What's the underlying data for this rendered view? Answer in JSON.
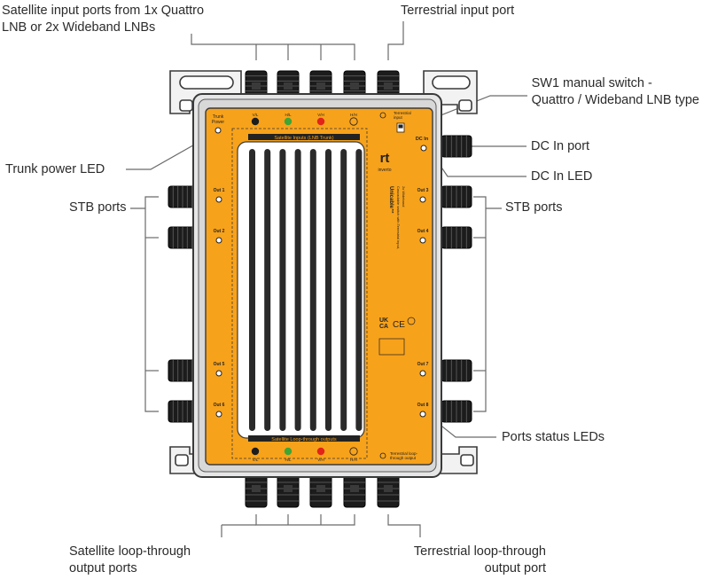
{
  "labels": {
    "satellite_input": [
      "Satellite input ports from 1x Quattro",
      "LNB or 2x Wideband LNBs"
    ],
    "terrestrial_input": "Terrestrial input port",
    "sw1_switch": [
      "SW1 manual switch -",
      "Quattro / Wideband LNB type"
    ],
    "dc_in_port": "DC In port",
    "dc_in_led": "DC In LED",
    "trunk_power_led": "Trunk power LED",
    "stb_ports_left": "STB ports",
    "stb_ports_right": "STB ports",
    "ports_status_leds": "Ports status LEDs",
    "satellite_loop": [
      "Satellite loop-through",
      "output ports"
    ],
    "terrestrial_loop": [
      "Terrestrial loop-through",
      "output port"
    ]
  },
  "device": {
    "trunk_power": [
      "Trunk",
      "Power"
    ],
    "terrestrial_input": [
      "Terrestrial",
      "input"
    ],
    "terrestrial_loop": [
      "Terrestrial loop-",
      "through output"
    ],
    "dc_in": "DC In",
    "brand": "inverto",
    "brand_mark": "rt",
    "outs_left": [
      "Out 1",
      "Out 2",
      "Out 5",
      "Out 6"
    ],
    "outs_right": [
      "Out 3",
      "Out 4",
      "Out 7",
      "Out 8"
    ],
    "top_port_labels": [
      "V/L",
      "H/L",
      "V/H",
      "H/H"
    ],
    "bottom_port_labels": [
      "V/L",
      "H/L",
      "V/H",
      "H/H"
    ],
    "top_banner": "Satellite Inputs (LNB Trunk)",
    "bottom_banner": "Satellite Loop-through outputs",
    "side_text": [
      "Unicable™",
      "Cascadable switch with Terrestrial input,",
      "2x Wideband"
    ],
    "ce_mark": "CE",
    "ukca_mark": [
      "UK",
      "CA"
    ]
  },
  "colors": {
    "panel": "#f7a21b",
    "panel_stroke": "#3a3a3a",
    "housing": "#e8e8e8",
    "connector": "#1c1c1c",
    "grille": "#2a2a2a",
    "line": "#6a6a6a",
    "text": "#2b2b2b"
  }
}
